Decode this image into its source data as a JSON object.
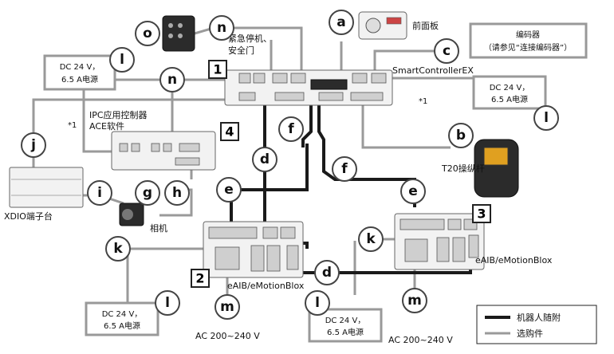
{
  "circles": {
    "a": "a",
    "b": "b",
    "c": "c",
    "d": "d",
    "e": "e",
    "f": "f",
    "g": "g",
    "h": "h",
    "i": "i",
    "j": "j",
    "k": "k",
    "l": "l",
    "m": "m",
    "n": "n",
    "o": "o"
  },
  "numbers": {
    "n1": "1",
    "n2": "2",
    "n3": "3",
    "n4": "4"
  },
  "labels": {
    "estop": "紧急停机、",
    "safety_door": "安全门",
    "front_panel": "前面板",
    "smartcontroller": "SmartControllerEX",
    "ipc_line1": "IPC应用控制器",
    "ipc_line2": "ACE软件",
    "t20": "T20操纵杆",
    "xdio": "XDIO端子台",
    "camera": "相机",
    "eaib_left": "eAIB/eMotionBlox",
    "eaib_right": "eAIB/eMotionBlox",
    "note_left": "*1",
    "note_right": "*1",
    "ac_left": "AC 200~240 V",
    "ac_right": "AC 200~240 V"
  },
  "boxes": {
    "encoder_line1": "编码器",
    "encoder_line2": "（请参见“连接编码器”）",
    "dc_top_left_1": "DC 24 V，",
    "dc_top_left_2": "6.5 A电源",
    "dc_right_1": "DC 24 V，",
    "dc_right_2": "6.5 A电源",
    "dc_bottom_left_1": "DC 24 V，",
    "dc_bottom_left_2": "6.5 A电源",
    "dc_bottom_mid_1": "DC 24 V，",
    "dc_bottom_mid_2": "6.5 A电源"
  },
  "legend": {
    "standard": "机器人随附",
    "optional": "选购件"
  },
  "colors": {
    "standard": "#1a1a1a",
    "optional": "#9a9a9a"
  }
}
